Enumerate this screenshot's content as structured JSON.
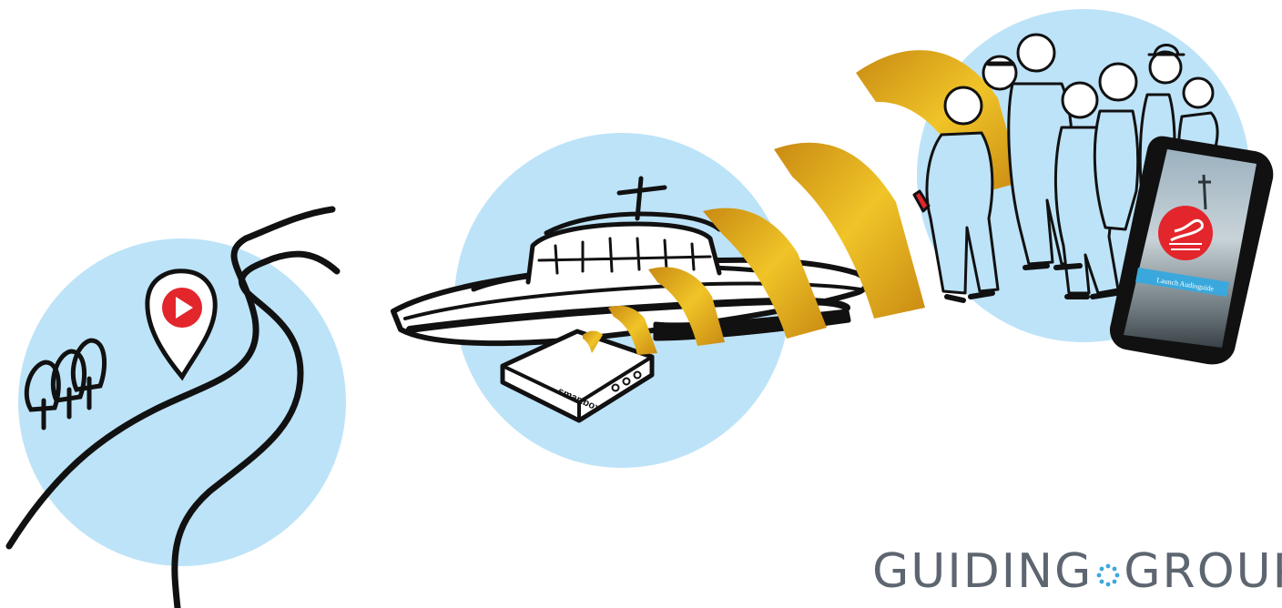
{
  "colors": {
    "circle_fill": "#bde3f8",
    "wave_gold": "#e0a818",
    "wave_gold_light": "#f0c428",
    "pin_red": "#e3262c",
    "brand_grey": "#5d6670",
    "brand_dots": "#3aa8dc",
    "ink": "#111111"
  },
  "icons": [
    "trees-icon",
    "location-pin-icon",
    "play-icon",
    "road-icon",
    "boat-icon",
    "smartbox-device-icon",
    "signal-waves-icon",
    "tourist-group-icon",
    "smartphone-icon",
    "swan-logo-icon"
  ],
  "device": {
    "label": "smartbox"
  },
  "phone": {
    "button_label": "Launch Audioguide"
  },
  "brand": {
    "word_left": "GUIDING",
    "word_right": "GROUP"
  }
}
